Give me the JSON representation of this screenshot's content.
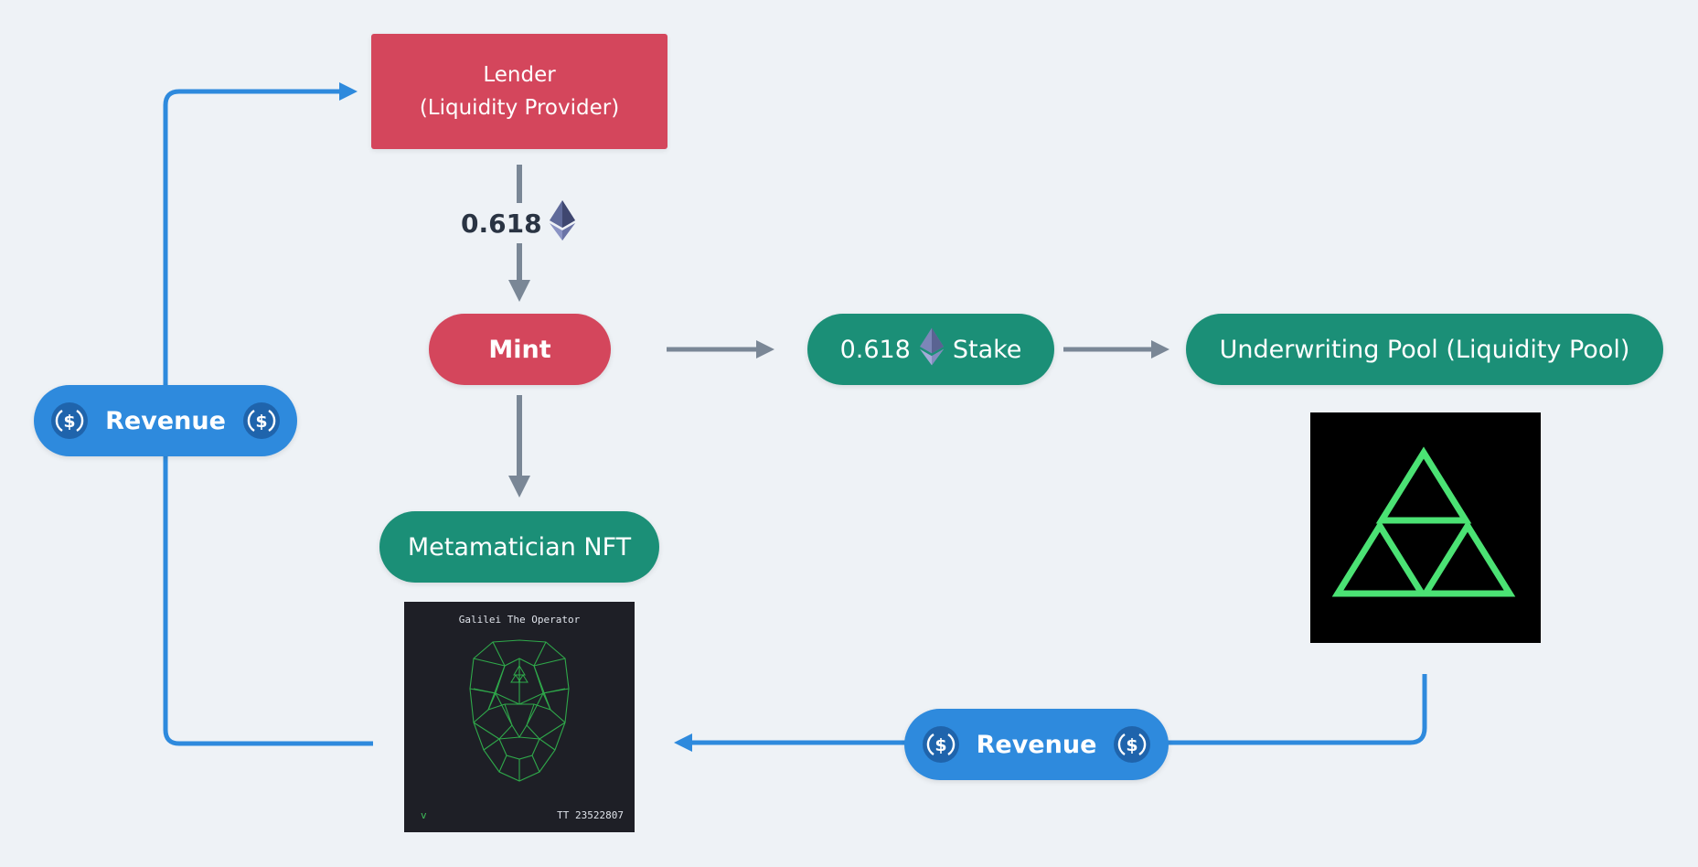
{
  "lender": {
    "line1": "Lender",
    "line2": "(Liquidity Provider)"
  },
  "transfer_amount": "0.618",
  "mint": {
    "label": "Mint"
  },
  "stake": {
    "amount": "0.618",
    "label": "Stake"
  },
  "pool": {
    "label": "Underwriting Pool (Liquidity Pool)"
  },
  "nft": {
    "label": "Metamatician NFT",
    "card_title": "Galilei The Operator",
    "card_id": "ΤΤ 23522807",
    "card_mark": "v"
  },
  "revenue_left": {
    "label": "Revenue"
  },
  "revenue_bottom": {
    "label": "Revenue"
  },
  "icons": {
    "currency": "usd-coin-icon",
    "crypto": "ethereum-icon",
    "pool_logo": "triangle-logo-icon"
  },
  "colors": {
    "background": "#eef2f6",
    "red": "#d4465c",
    "green": "#1b8f77",
    "blue": "#2e8add",
    "gray_arrow": "#7a8796",
    "logo_green": "#4be274"
  }
}
